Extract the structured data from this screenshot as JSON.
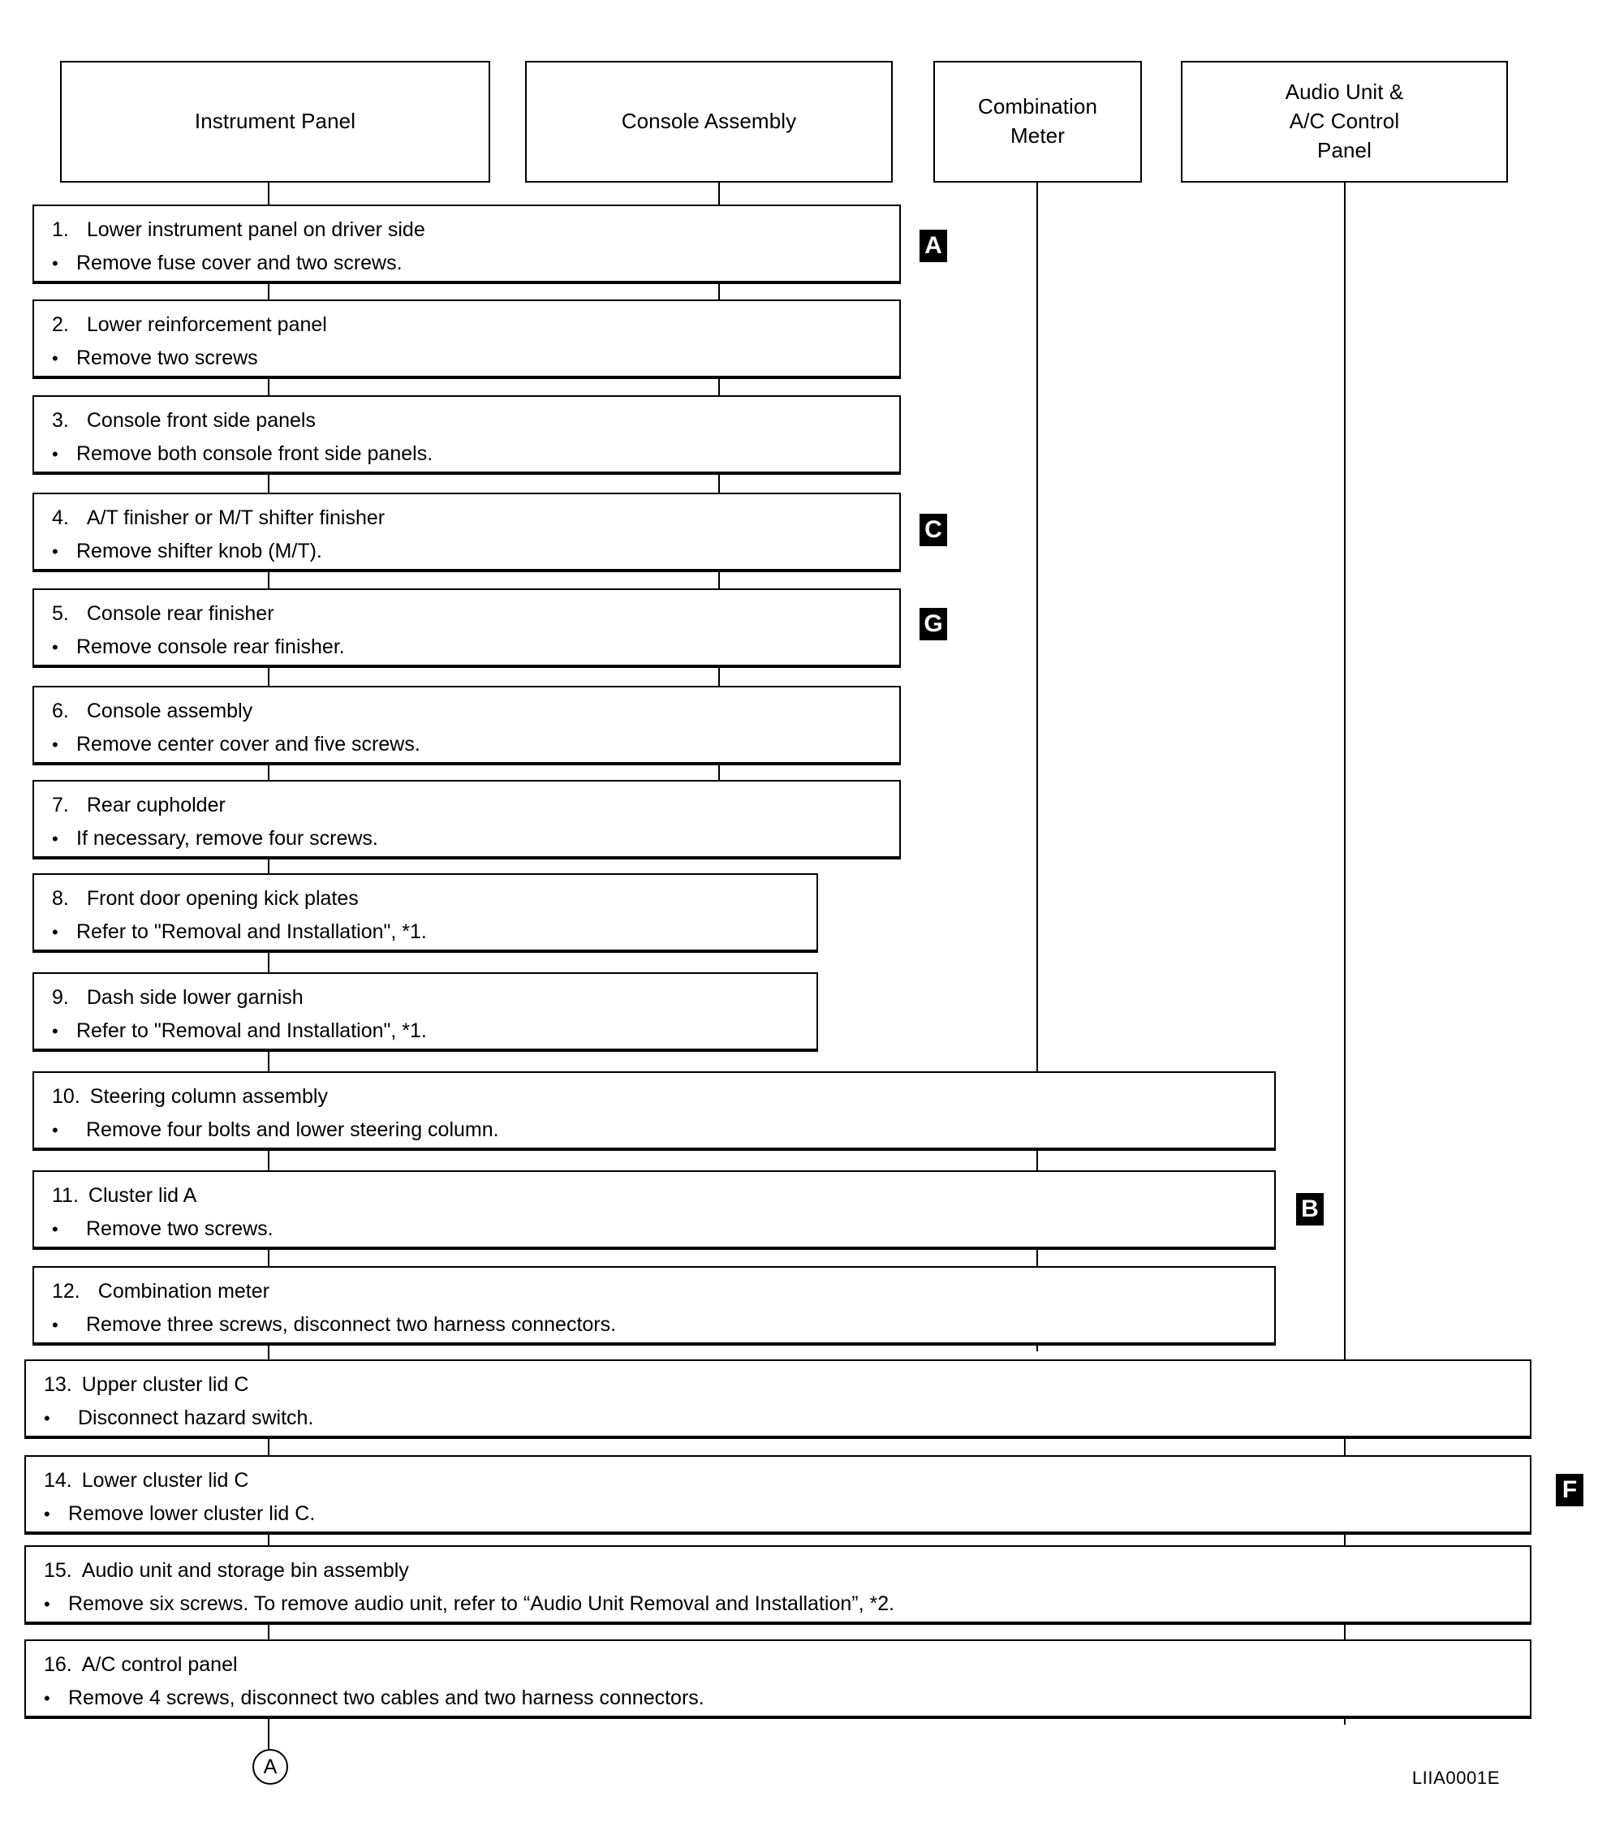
{
  "figure": {
    "id_label": "LIIA0001E",
    "bottom_marker": "A"
  },
  "columns": [
    {
      "label": "Instrument Panel",
      "lines": [
        "Instrument Panel"
      ]
    },
    {
      "label": "Console Assembly",
      "lines": [
        "Console Assembly"
      ]
    },
    {
      "label": "Combination Meter",
      "lines": [
        "Combination",
        "Meter"
      ]
    },
    {
      "label": "Audio Unit & A/C Control Panel",
      "lines": [
        "Audio Unit &",
        "A/C Control",
        "Panel"
      ]
    }
  ],
  "steps": [
    {
      "num": "1.",
      "title": "Lower instrument panel on driver side",
      "note": "Remove fuse cover and two screws.",
      "badge": "A"
    },
    {
      "num": "2.",
      "title": "Lower reinforcement panel",
      "note": "Remove two screws",
      "badge": ""
    },
    {
      "num": "3.",
      "title": "Console front side panels",
      "note": "Remove both console front side panels.",
      "badge": ""
    },
    {
      "num": "4.",
      "title": "A/T finisher or M/T shifter finisher",
      "note": "Remove shifter knob (M/T).",
      "badge": "C"
    },
    {
      "num": "5.",
      "title": "Console rear finisher",
      "note": "Remove console rear finisher.",
      "badge": "G"
    },
    {
      "num": "6.",
      "title": "Console assembly",
      "note": "Remove center cover and five screws.",
      "badge": ""
    },
    {
      "num": "7.",
      "title": "Rear cupholder",
      "note": "If necessary, remove four screws.",
      "badge": ""
    },
    {
      "num": "8.",
      "title": "Front door opening kick plates",
      "note": "Refer to \"Removal and Installation\", *1.",
      "badge": ""
    },
    {
      "num": "9.",
      "title": "Dash side lower garnish",
      "note": "Refer to \"Removal and Installation\", *1.",
      "badge": ""
    },
    {
      "num": "10.",
      "title": "Steering column assembly",
      "note": "Remove four bolts and lower steering column.",
      "badge": ""
    },
    {
      "num": "11.",
      "title": "Cluster lid A",
      "note": "Remove two screws.",
      "badge": "B"
    },
    {
      "num": "12.",
      "title": "Combination meter",
      "note": "Remove three screws, disconnect two harness connectors.",
      "badge": ""
    },
    {
      "num": "13.",
      "title": "Upper cluster lid C",
      "note": "Disconnect hazard switch.",
      "badge": ""
    },
    {
      "num": "14.",
      "title": "Lower cluster lid C",
      "note": "Remove lower cluster lid C.",
      "badge": "F"
    },
    {
      "num": "15.",
      "title": "Audio unit and storage bin assembly",
      "note": "Remove six screws. To remove audio unit, refer to “Audio Unit Removal and Installation”, *2.",
      "badge": ""
    },
    {
      "num": "16.",
      "title": "A/C control panel",
      "note": "Remove 4 screws, disconnect two cables and two harness connectors.",
      "badge": ""
    }
  ]
}
